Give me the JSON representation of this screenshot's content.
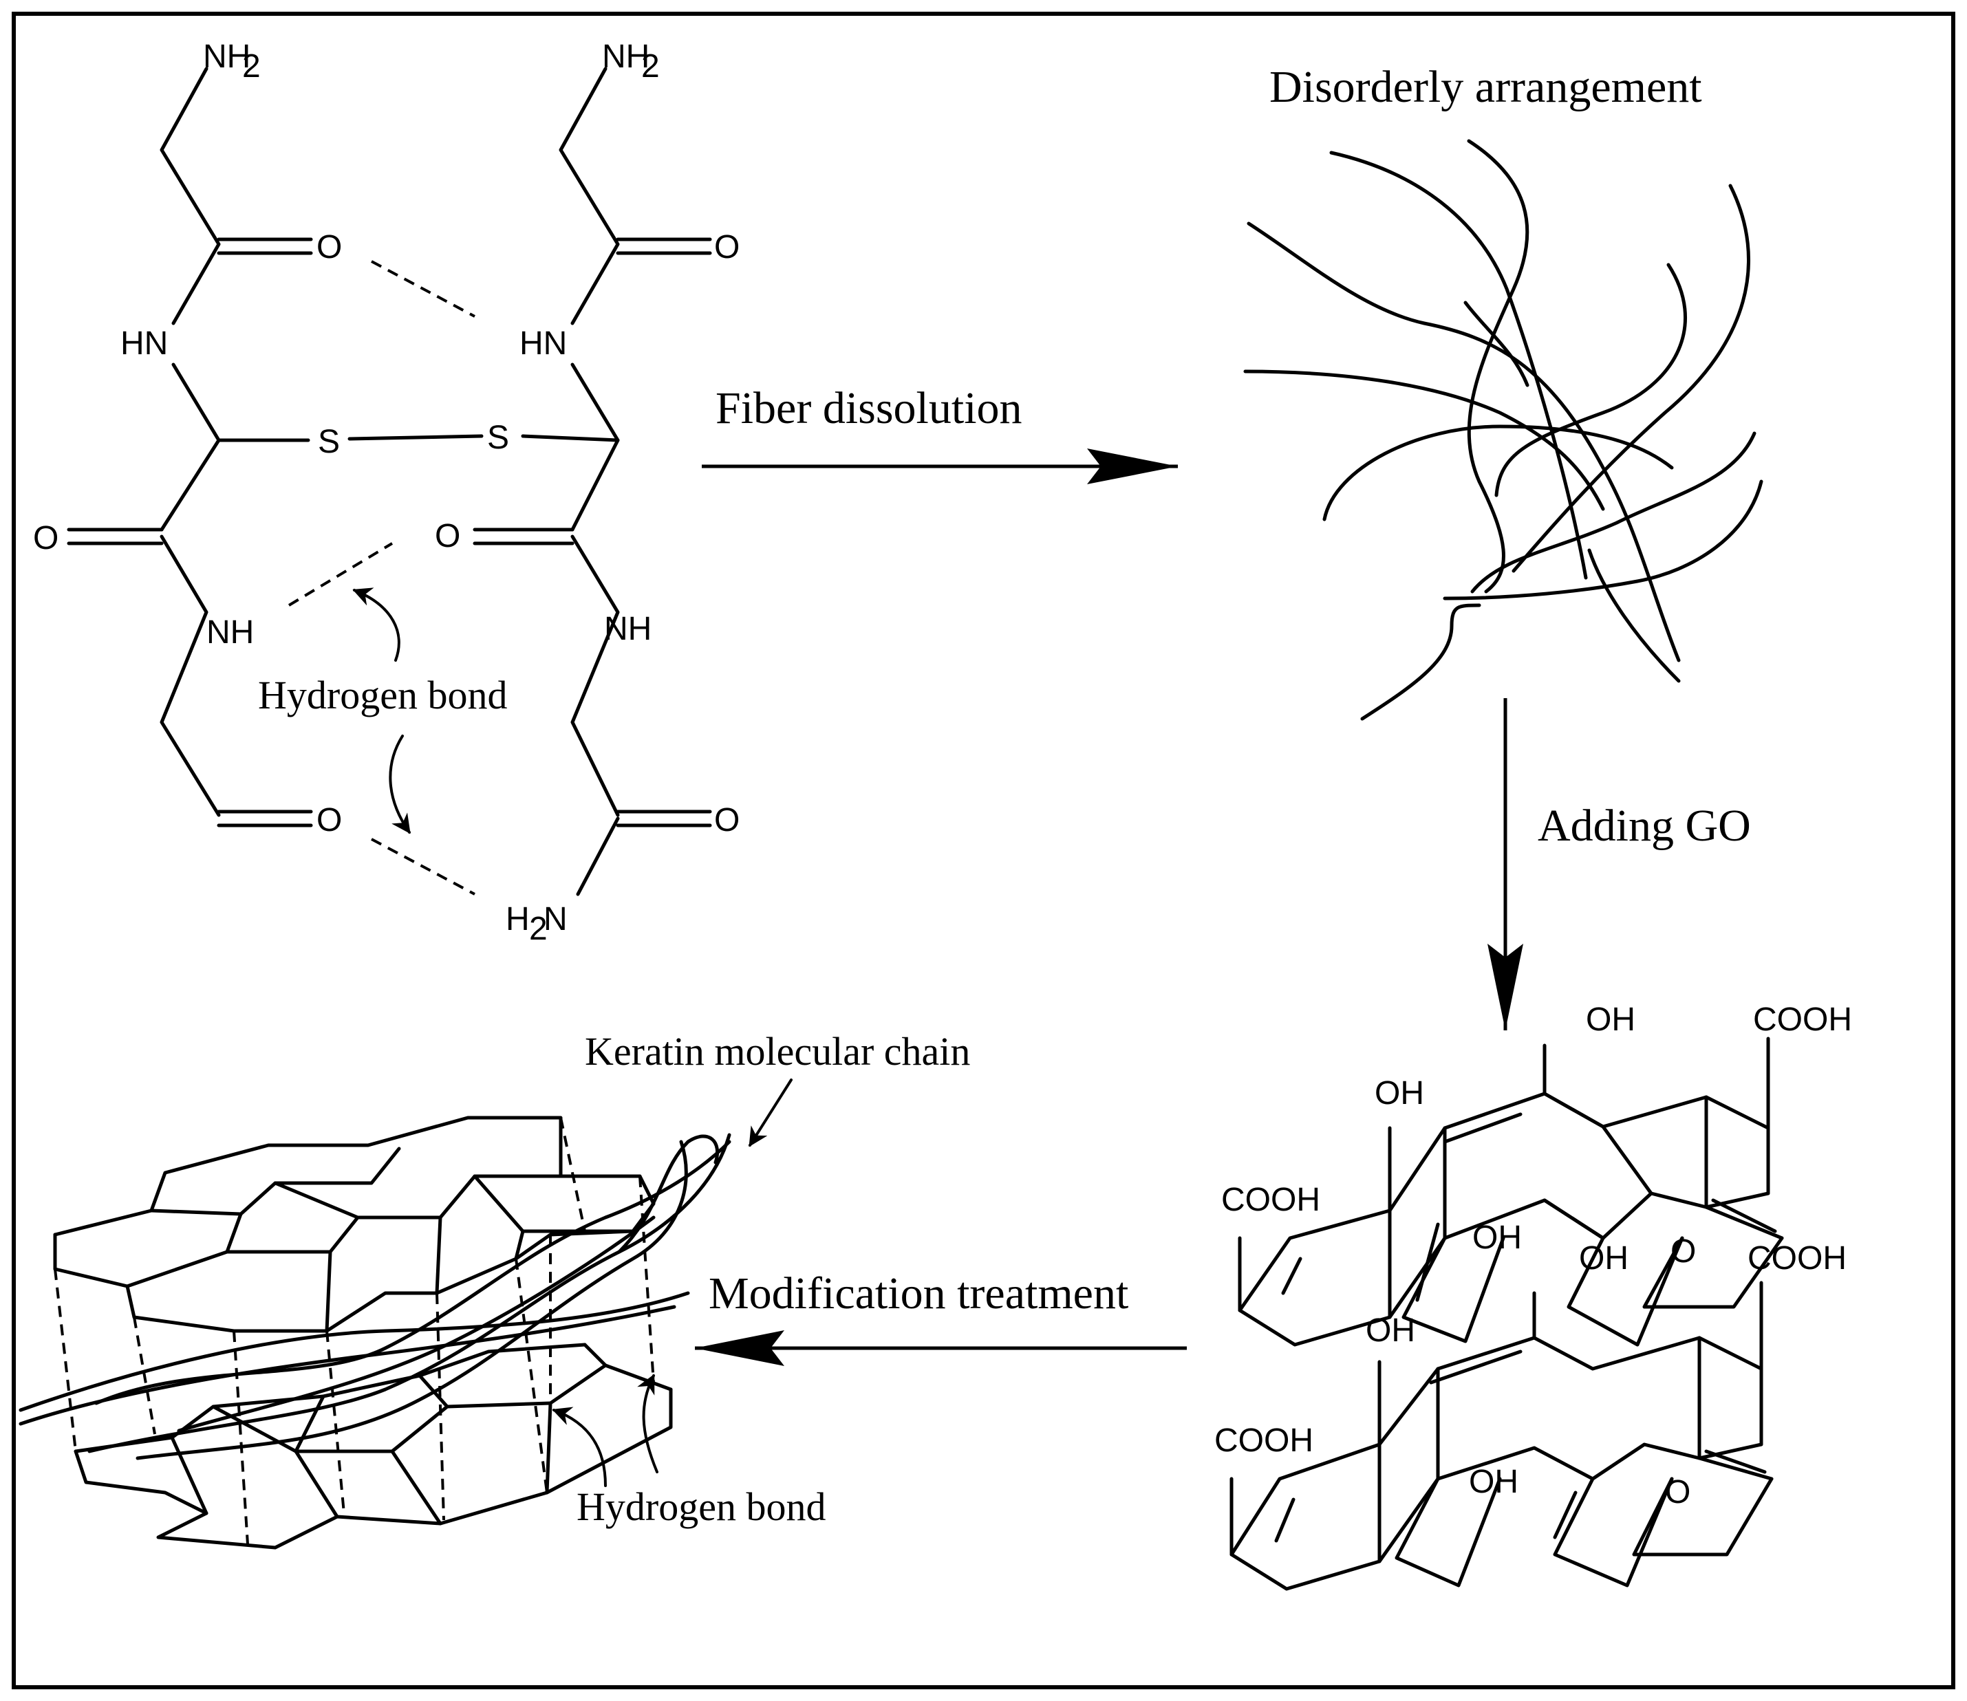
{
  "labels": {
    "fiber_dissolution": "Fiber dissolution",
    "disorderly_arrangement": "Disorderly arrangement",
    "adding_go": "Adding GO",
    "modification_treatment": "Modification treatment",
    "hydrogen_bond_top": "Hydrogen bond",
    "hydrogen_bond_bottom": "Hydrogen bond",
    "keratin_molecular_chain": "Keratin molecular chain"
  },
  "keratin_atoms": {
    "nh2_left": "NH",
    "nh2_right": "NH",
    "sub2": "2",
    "o1": "O",
    "o2": "O",
    "o3": "O",
    "o4": "O",
    "o5": "O",
    "o6": "O",
    "hn_left": "HN",
    "hn_right": "HN",
    "s_left": "S",
    "s_right": "S",
    "nh_left": "NH",
    "nh_right": "NH",
    "h2n_h": "H",
    "h2n_n": "N"
  },
  "go_groups": {
    "oh1": "OH",
    "oh2": "OH",
    "oh3": "OH",
    "oh4": "OH",
    "oh5": "OH",
    "oh6": "OH",
    "cooh1": "COOH",
    "cooh2": "COOH",
    "cooh3": "COOH",
    "cooh4": "COOH",
    "o_epoxy1": "O",
    "o_epoxy2": "O"
  }
}
